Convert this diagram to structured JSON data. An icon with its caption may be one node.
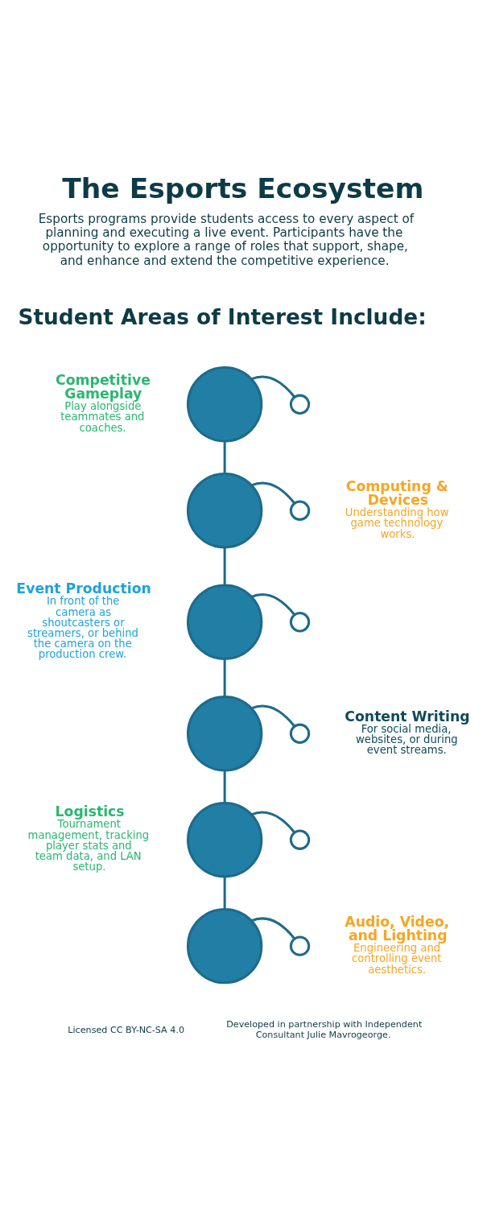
{
  "diagram": {
    "title": "The Esports Ecosystem",
    "nodes": [
      {
        "text": [],
        "shape": "circle",
        "beside": [
          "Competitive Gameplay",
          "Play alongside teammates and coaches."
        ]
      },
      {
        "text": [],
        "shape": "circle",
        "beside": [
          "Computing & Devices",
          "Understanding how game technology works."
        ]
      },
      {
        "text": [],
        "shape": "circle",
        "beside": [
          "Event Production",
          "In front of the camera as shoutcasters or streamers, or behind the camera on the production crew."
        ]
      },
      {
        "text": [],
        "shape": "circle",
        "beside": [
          "Content Writing",
          "For social media, websites, or during event streams."
        ]
      },
      {
        "text": [],
        "shape": "circle",
        "beside": [
          "Logistics",
          "Tournament management, tracking player stats and team data, and LAN setup."
        ]
      },
      {
        "text": [],
        "shape": "circle",
        "beside": [
          "Audio, Video, and Lighting",
          "Engineering and controlling event aesthetics."
        ]
      },
      {
        "text": [],
        "shape": "circle"
      },
      {
        "text": [],
        "shape": "circle"
      },
      {
        "text": [],
        "shape": "circle"
      },
      {
        "text": [],
        "shape": "circle"
      },
      {
        "text": [],
        "shape": "circle"
      },
      {
        "text": [],
        "shape": "circle"
      }
    ],
    "edges": [
      {
        "from": 0,
        "to": 1,
        "arrow": "none"
      },
      {
        "from": 1,
        "to": 2,
        "arrow": "none"
      },
      {
        "from": 2,
        "to": 3,
        "arrow": "none"
      },
      {
        "from": 3,
        "to": 4,
        "arrow": "none"
      },
      {
        "from": 4,
        "to": 5,
        "arrow": "none"
      },
      {
        "from": 0,
        "to": 6,
        "arrow": "none"
      },
      {
        "from": 1,
        "to": 7,
        "arrow": "none"
      },
      {
        "from": 2,
        "to": 8,
        "arrow": "none"
      },
      {
        "from": 3,
        "to": 9,
        "arrow": "none"
      },
      {
        "from": 4,
        "to": 10,
        "arrow": "none"
      },
      {
        "from": 5,
        "to": 11,
        "arrow": "none"
      }
    ],
    "labels": [
      "Esports programs provide students access to every aspect of planning and executing a live event. Participants have the opportunity to explore a range of roles that support, shape, and enhance and extend the competitive experience.",
      "Student Areas of Interest Include:",
      "Licensed CC BY-NC-SA 4.0",
      "Developed in partnership with Independent Consultant Julie Mavrogeorge."
    ]
  }
}
